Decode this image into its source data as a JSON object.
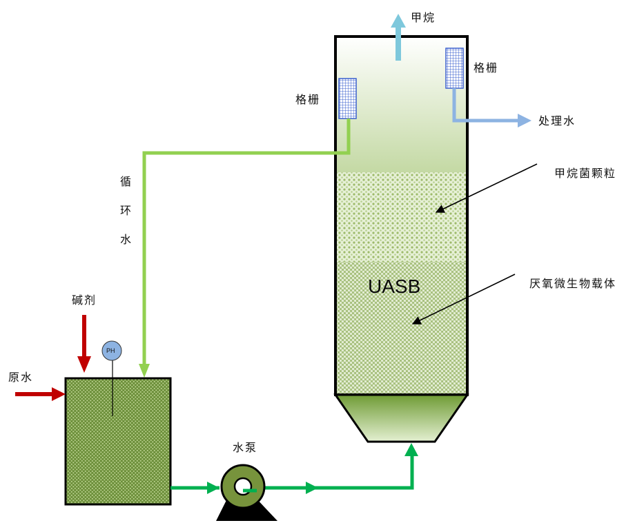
{
  "labels": {
    "methane_out": "甲烷",
    "grid_left": "格栅",
    "grid_right": "格栅",
    "treated_water": "处理水",
    "methanogen_granules": "甲烷菌颗粒",
    "anaerobic_carrier": "厌氧微生物载体",
    "reactor": "UASB",
    "recirculation": [
      "循",
      "环",
      "水"
    ],
    "alkali": "碱剂",
    "raw_water": "原水",
    "ph_probe": "PH",
    "pump": "水泵"
  },
  "colors": {
    "methane_arrow": "#7ec8dc",
    "treated_arrow": "#8db3e2",
    "recirculation_pipe": "#92d050",
    "feed_pipe": "#00b050",
    "alkali_arrow": "#c00000",
    "raw_water_arrow": "#c00000",
    "pump_body": "#6b8e23",
    "tank_fill": "#9bbb59"
  }
}
